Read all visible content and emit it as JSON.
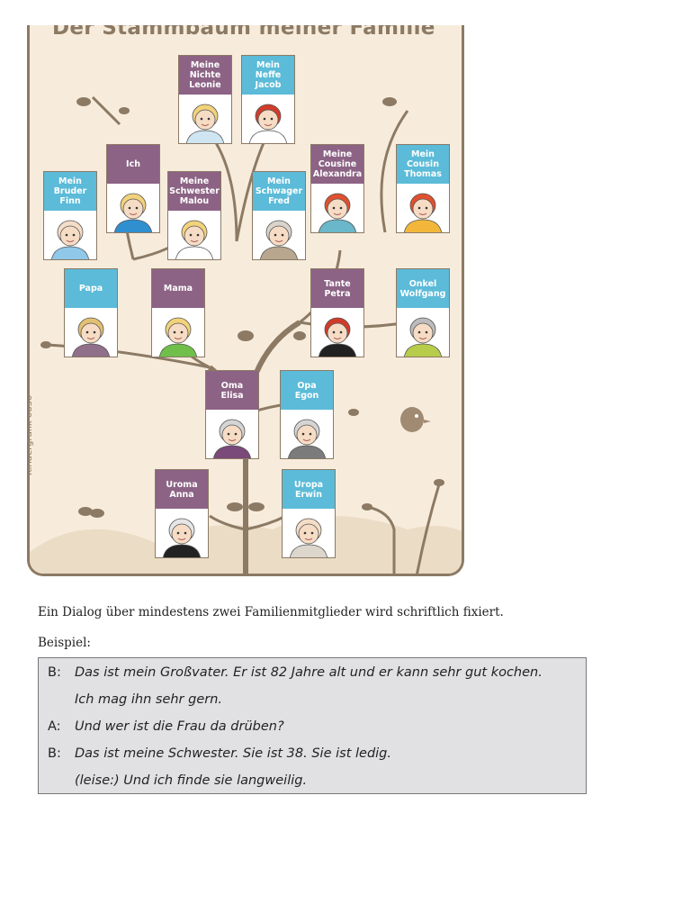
{
  "tree": {
    "title": "Der Stammbaum meiner Familie",
    "credit": "Kindergrafik 0830",
    "members": [
      {
        "id": "niece",
        "label": "Meine\nNichte\nLeonie",
        "color": "pink"
      },
      {
        "id": "nephew",
        "label": "Mein\nNeffe\nJacob",
        "color": "blue"
      },
      {
        "id": "me",
        "label": "Ich",
        "color": "pink"
      },
      {
        "id": "brother",
        "label": "Mein\nBruder\nFinn",
        "color": "blue"
      },
      {
        "id": "sister",
        "label": "Meine\nSchwester\nMalou",
        "color": "pink"
      },
      {
        "id": "brother-in-law",
        "label": "Mein\nSchwager\nFred",
        "color": "blue"
      },
      {
        "id": "cousin-f",
        "label": "Meine\nCousine\nAlexandra",
        "color": "pink"
      },
      {
        "id": "cousin-m",
        "label": "Mein\nCousin\nThomas",
        "color": "blue"
      },
      {
        "id": "papa",
        "label": "Papa",
        "color": "blue"
      },
      {
        "id": "mama",
        "label": "Mama",
        "color": "pink"
      },
      {
        "id": "aunt",
        "label": "Tante\nPetra",
        "color": "pink"
      },
      {
        "id": "uncle",
        "label": "Onkel\nWolfgang",
        "color": "blue"
      },
      {
        "id": "grandma",
        "label": "Oma\nElisa",
        "color": "pink"
      },
      {
        "id": "grandpa",
        "label": "Opa\nEgon",
        "color": "blue"
      },
      {
        "id": "great-grandma",
        "label": "Uroma\nAnna",
        "color": "pink"
      },
      {
        "id": "great-grandpa",
        "label": "Uropa\nErwin",
        "color": "blue"
      }
    ]
  },
  "instruction": "Ein Dialog über mindestens zwei Familienmitglieder wird schriftlich fixiert.",
  "example_label": "Beispiel:",
  "dialog": [
    {
      "speaker": "B:",
      "text": "Das ist mein Großvater. Er ist 82 Jahre alt und er kann sehr gut kochen."
    },
    {
      "speaker": "",
      "text": "Ich mag ihn sehr gern."
    },
    {
      "speaker": "A:",
      "text": "Und wer ist die Frau da drüben?"
    },
    {
      "speaker": "B:",
      "text": "Das ist meine Schwester. Sie ist 38. Sie ist ledig."
    },
    {
      "speaker": "",
      "text": "(leise:) Und ich finde sie langweilig."
    }
  ]
}
